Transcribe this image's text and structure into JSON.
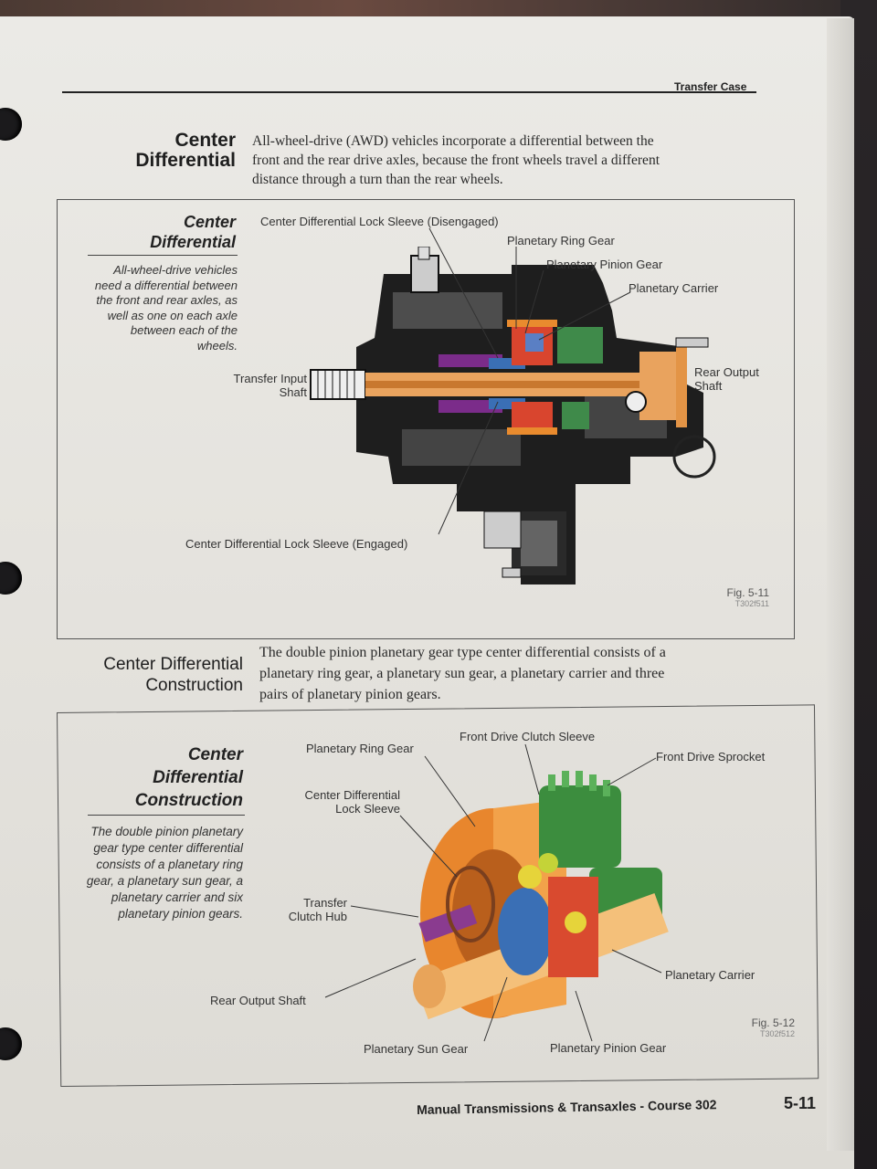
{
  "header": {
    "title": "Transfer Case"
  },
  "section1": {
    "heading_line1": "Center",
    "heading_line2": "Differential",
    "body_line1": "All-wheel-drive (AWD) vehicles incorporate a differential between the",
    "body_line2": "front and the rear drive axles, because the front wheels travel a different",
    "body_line3": "distance through a turn than the rear wheels."
  },
  "figure1": {
    "caption_title_line1": "Center",
    "caption_title_line2": "Differential",
    "caption_lines": [
      "All-wheel-drive vehicles",
      "need a differential between",
      "the front and rear axles, as",
      "well as one on each axle",
      "between each of the",
      "wheels."
    ],
    "labels": {
      "lock_sleeve_disengaged": "Center Differential Lock Sleeve (Disengaged)",
      "planetary_ring_gear": "Planetary Ring Gear",
      "planetary_pinion_gear": "Planetary Pinion Gear",
      "planetary_carrier": "Planetary Carrier",
      "transfer_input_shaft_1": "Transfer Input",
      "transfer_input_shaft_2": "Shaft",
      "rear_output_shaft_1": "Rear Output",
      "rear_output_shaft_2": "Shaft",
      "lock_sleeve_engaged": "Center Differential Lock Sleeve (Engaged)"
    },
    "fig_number": "Fig. 5-11",
    "fig_code": "T302f511"
  },
  "section2": {
    "heading_line1": "Center Differential",
    "heading_line2": "Construction",
    "body_line1": "The double pinion planetary gear type center differential consists of a",
    "body_line2": "planetary ring gear, a planetary sun gear, a planetary carrier and three",
    "body_line3": "pairs of planetary pinion gears."
  },
  "figure2": {
    "caption_title_lines": [
      "Center",
      "Differential",
      "Construction"
    ],
    "caption_lines": [
      "The double pinion planetary",
      "gear type center differential",
      "consists of a planetary ring",
      "gear, a planetary sun gear, a",
      "planetary carrier and six",
      "planetary pinion gears."
    ],
    "labels": {
      "planetary_ring_gear": "Planetary Ring Gear",
      "front_drive_clutch_sleeve": "Front Drive Clutch Sleeve",
      "front_drive_sprocket": "Front Drive Sprocket",
      "lock_sleeve_1": "Center Differential",
      "lock_sleeve_2": "Lock Sleeve",
      "transfer_clutch_hub_1": "Transfer",
      "transfer_clutch_hub_2": "Clutch Hub",
      "rear_output_shaft": "Rear Output Shaft",
      "planetary_carrier": "Planetary Carrier",
      "planetary_sun_gear": "Planetary Sun Gear",
      "planetary_pinion_gear": "Planetary Pinion Gear"
    },
    "fig_number": "Fig. 5-12",
    "fig_code": "T302f512"
  },
  "footer": {
    "course": "Manual Transmissions & Transaxles - Course 302",
    "page_number": "5-11"
  }
}
